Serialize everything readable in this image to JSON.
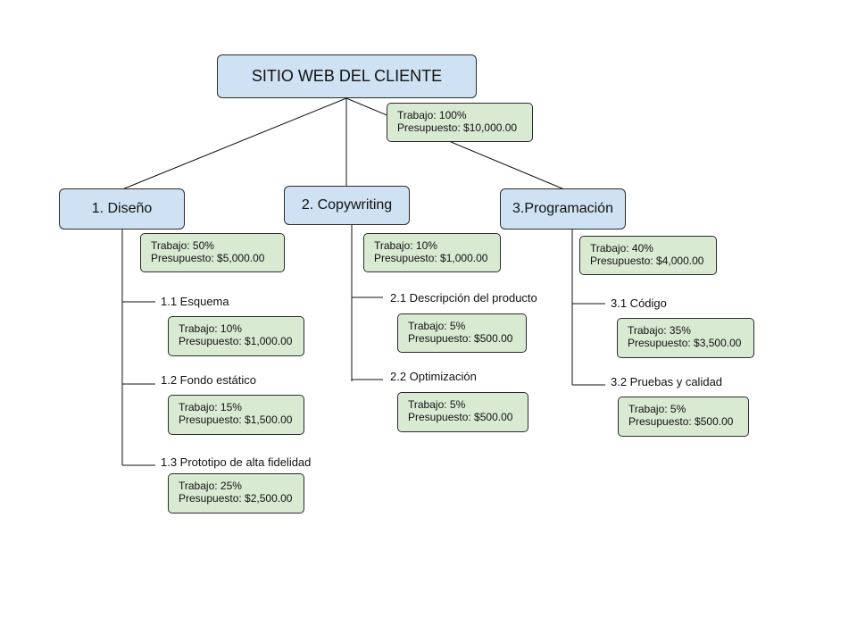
{
  "root": {
    "title": "SITIO WEB DEL CLIENTE",
    "work": "Trabajo: 100%",
    "budget": "Presupuesto: $10,000.00"
  },
  "categories": [
    {
      "title": "1. Diseño",
      "work": "Trabajo: 50%",
      "budget": "Presupuesto: $5,000.00",
      "tasks": [
        {
          "label": "1.1 Esquema",
          "work": "Trabajo: 10%",
          "budget": "Presupuesto: $1,000.00"
        },
        {
          "label": "1.2 Fondo estático",
          "work": "Trabajo: 15%",
          "budget": "Presupuesto: $1,500.00"
        },
        {
          "label": "1.3 Prototipo de alta fidelidad",
          "work": "Trabajo: 25%",
          "budget": "Presupuesto: $2,500.00"
        }
      ]
    },
    {
      "title": "2. Copywriting",
      "work": "Trabajo: 10%",
      "budget": "Presupuesto: $1,000.00",
      "tasks": [
        {
          "label": "2.1 Descripción del producto",
          "work": "Trabajo: 5%",
          "budget": "Presupuesto: $500.00"
        },
        {
          "label": "2.2 Optimización",
          "work": "Trabajo: 5%",
          "budget": "Presupuesto: $500.00"
        }
      ]
    },
    {
      "title": "3.Programación",
      "work": "Trabajo: 40%",
      "budget": "Presupuesto: $4,000.00",
      "tasks": [
        {
          "label": "3.1 Código",
          "work": "Trabajo: 35%",
          "budget": "Presupuesto: $3,500.00"
        },
        {
          "label": "3.2 Pruebas y calidad",
          "work": "Trabajo: 5%",
          "budget": "Presupuesto: $500.00"
        }
      ]
    }
  ]
}
